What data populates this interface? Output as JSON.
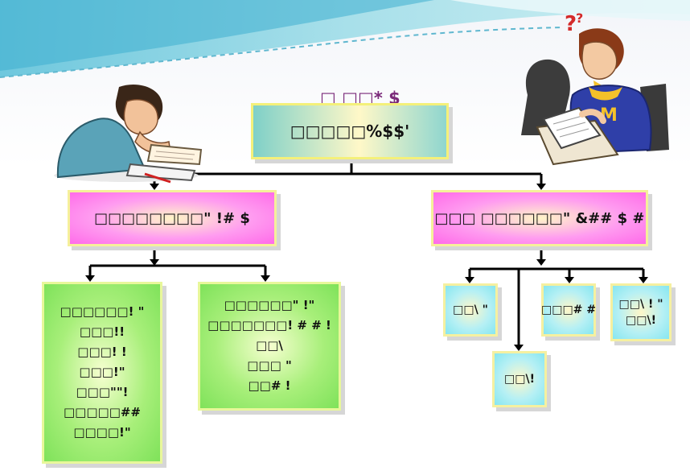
{
  "root": {
    "title": "□ □□* $",
    "label": "□□□□□%$$'"
  },
  "level1": [
    {
      "label": "□□□□□□□□\"  !#      $"
    },
    {
      "label": "□□□ □□□□□□\" &## $  #"
    }
  ],
  "left_children": [
    {
      "lines": [
        "□□□□□□!  \"",
        "□□□!!",
        "□□□!  !",
        "□□□!\"",
        "□□□\"\"!",
        "□□□□□##",
        "□□□□!\""
      ]
    },
    {
      "lines": [
        "□□□□□□\"  !\"",
        "□□□□□□□! # #  !",
        "□□\\",
        "□□□  \"",
        "□□# !"
      ]
    }
  ],
  "right_children": [
    {
      "lines": [
        "□□\\  \""
      ]
    },
    {
      "lines": [
        "□□□# #"
      ]
    },
    {
      "lines": [
        "□□\\ ! \"",
        "□□\\!"
      ]
    },
    {
      "lines": [
        "□□\\!"
      ]
    }
  ],
  "colors": {
    "root_fill": "#8fd6cf",
    "title_text": "#7b2a7a",
    "level1_fill": "#ff6ae9",
    "green_fill": "#7fe25a",
    "cyan_fill": "#86e6f0",
    "frame_border": "#f5f09a",
    "connector": "#000000"
  },
  "icons": [
    "studying-student-illustration",
    "confused-student-illustration",
    "question-mark-icon",
    "header-wave-decoration"
  ]
}
